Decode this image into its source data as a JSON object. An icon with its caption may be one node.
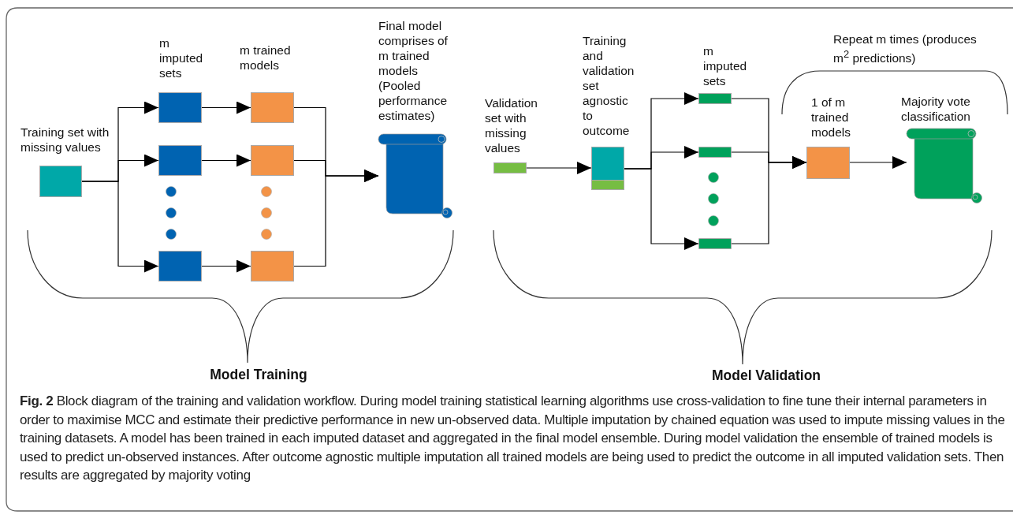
{
  "diagram": {
    "caption": "**Fig. 2**  Block diagram of the training and validation workflow. During model training statistical learning algorithms use cross-validation to fine tune their internal parameters in order to maximise MCC and estimate their predictive performance in new un-observed data. Multiple imputation by chained equation was used to impute missing values in the training datasets. A model has been trained in each imputed dataset and aggregated in the final model ensemble. During model validation the ensemble of trained models is used to predict un-observed instances. After outcome agnostic multiple imputation all trained models are being used to predict the outcome in all imputed validation sets. Then results are aggregated by majority voting",
    "nodes": [
      {
        "text": [
          "Training set with missing values"
        ]
      },
      {
        "text": [
          "m imputed sets"
        ]
      },
      {
        "text": [],
        "shape": "box"
      },
      {
        "text": [],
        "shape": "box"
      },
      {
        "text": [
          "m trained models"
        ]
      },
      {
        "text": [],
        "shape": "box"
      },
      {
        "text": [],
        "shape": "box"
      },
      {
        "text": [
          "Final model comprises of m trained models (Pooled performance estimates)"
        ]
      },
      {
        "text": [
          "Validation set with missing values"
        ]
      },
      {
        "text": [
          "Training and validation set agnostic to outcome"
        ]
      },
      {
        "text": [
          "m imputed sets"
        ]
      },
      {
        "text": [],
        "shape": "bar"
      },
      {
        "text": [],
        "shape": "bar"
      },
      {
        "text": [
          "1 of m trained models"
        ]
      },
      {
        "text": [
          "Majority vote classification"
        ]
      }
    ],
    "edges": [
      {
        "from": 0,
        "to": 1,
        "arrow": "to"
      },
      {
        "from": 0,
        "to": 2,
        "arrow": "to"
      },
      {
        "from": 0,
        "to": 3,
        "arrow": "to"
      },
      {
        "from": 1,
        "to": 4,
        "arrow": "to"
      },
      {
        "from": 2,
        "to": 5,
        "arrow": "to"
      },
      {
        "from": 3,
        "to": 6,
        "arrow": "to"
      },
      {
        "from": 4,
        "to": 7,
        "arrow": "to"
      },
      {
        "from": 5,
        "to": 7,
        "arrow": "to"
      },
      {
        "from": 6,
        "to": 7,
        "arrow": "to"
      },
      {
        "from": 8,
        "to": 9,
        "arrow": "to"
      },
      {
        "from": 9,
        "to": 10,
        "arrow": "to"
      },
      {
        "from": 9,
        "to": 11,
        "arrow": "to"
      },
      {
        "from": 9,
        "to": 12,
        "arrow": "to"
      },
      {
        "from": 10,
        "to": 13,
        "arrow": "to"
      },
      {
        "from": 11,
        "to": 13,
        "arrow": "to"
      },
      {
        "from": 12,
        "to": 13,
        "arrow": "to"
      },
      {
        "from": 13,
        "to": 14,
        "arrow": "to"
      }
    ],
    "labels": [
      "Repeat m times (produces m$^{2}$ predictions)",
      "Model Training",
      "Model Validation"
    ]
  }
}
